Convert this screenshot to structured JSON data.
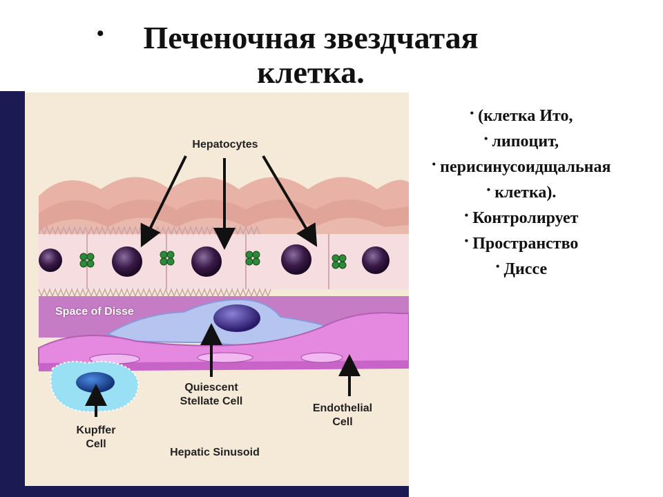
{
  "slide": {
    "title_line1": "Печеночная звездчатая",
    "title_line2": "клетка.",
    "bullets": [
      "(клетка Ито,",
      "липоцит,",
      "перисинусоидщальная",
      "клетка).",
      "Контролирует",
      "Пространство",
      "Диссе"
    ]
  },
  "diagram": {
    "labels": {
      "hepatocytes": "Hepatocytes",
      "space_of_disse": "Space of Disse",
      "quiescent_1": "Quiescent",
      "quiescent_2": "Stellate Cell",
      "endothelial_1": "Endothelial",
      "endothelial_2": "Cell",
      "kupffer_1": "Kupffer",
      "kupffer_2": "Cell",
      "sinusoid": "Hepatic Sinusoid"
    },
    "colors": {
      "hepatocyte": "#f3d2d6",
      "nucleus": "#3b1a48",
      "stellate": "#b6c4f0",
      "endothelium": "#e07ee0",
      "kupffer": "#9ae0f5",
      "background": "#f5e9d8"
    }
  }
}
